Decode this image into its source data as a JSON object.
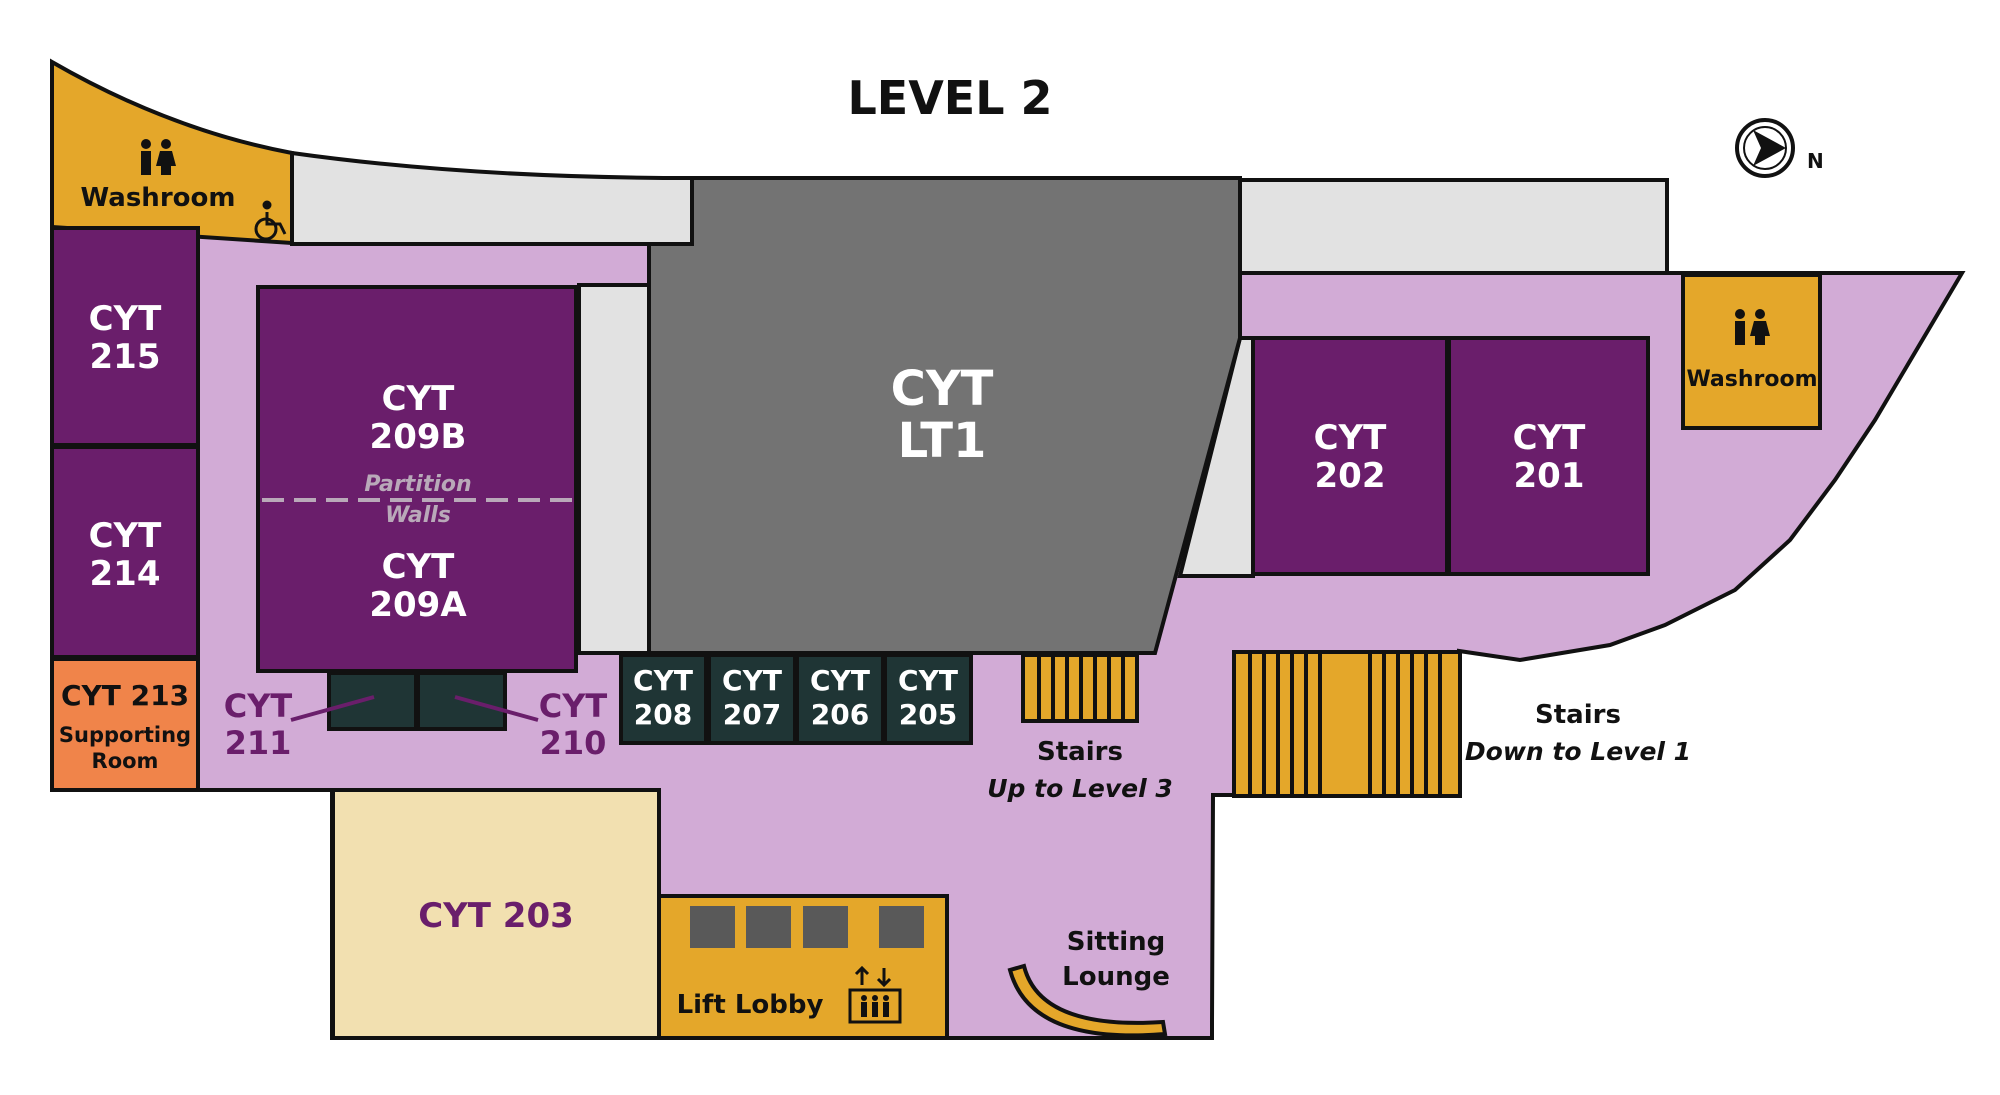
{
  "title": "LEVEL 2",
  "compass": {
    "label": "N",
    "icon": "compass-icon"
  },
  "colors": {
    "corridor": "#d2abd6",
    "room": "#6a1e6b",
    "lecture": "#737373",
    "small_room": "#1f3535",
    "amenity": "#e4a72a",
    "supporting": "#f0844a",
    "open_room": "#f2e0b0",
    "void": "#e2e2e2",
    "outline": "#111111"
  },
  "rooms": {
    "cyt215": {
      "line1": "CYT",
      "line2": "215"
    },
    "cyt214": {
      "line1": "CYT",
      "line2": "214"
    },
    "cyt213": {
      "line1": "CYT 213",
      "line2": "Supporting",
      "line3": "Room"
    },
    "cyt209b": {
      "line1": "CYT",
      "line2": "209B"
    },
    "cyt209a": {
      "line1": "CYT",
      "line2": "209A"
    },
    "partition": {
      "line1": "Partition",
      "line2": "Walls"
    },
    "cyt211": {
      "line1": "CYT",
      "line2": "211"
    },
    "cyt210": {
      "line1": "CYT",
      "line2": "210"
    },
    "lt1": {
      "line1": "CYT",
      "line2": "LT1"
    },
    "cyt208": {
      "line1": "CYT",
      "line2": "208"
    },
    "cyt207": {
      "line1": "CYT",
      "line2": "207"
    },
    "cyt206": {
      "line1": "CYT",
      "line2": "206"
    },
    "cyt205": {
      "line1": "CYT",
      "line2": "205"
    },
    "cyt202": {
      "line1": "CYT",
      "line2": "202"
    },
    "cyt201": {
      "line1": "CYT",
      "line2": "201"
    },
    "cyt203": {
      "line1": "CYT 203"
    }
  },
  "amenities": {
    "washroom_left": {
      "label": "Washroom",
      "icon": "restroom-icon",
      "accessible_icon": "wheelchair-icon"
    },
    "washroom_right": {
      "label": "Washroom",
      "icon": "restroom-icon"
    },
    "stairs_up": {
      "line1": "Stairs",
      "line2": "Up to Level 3"
    },
    "stairs_down": {
      "line1": "Stairs",
      "line2": "Down to Level 1"
    },
    "lift_lobby": {
      "label": "Lift Lobby",
      "icon": "elevator-icon"
    },
    "sitting_lounge": {
      "line1": "Sitting",
      "line2": "Lounge"
    }
  }
}
